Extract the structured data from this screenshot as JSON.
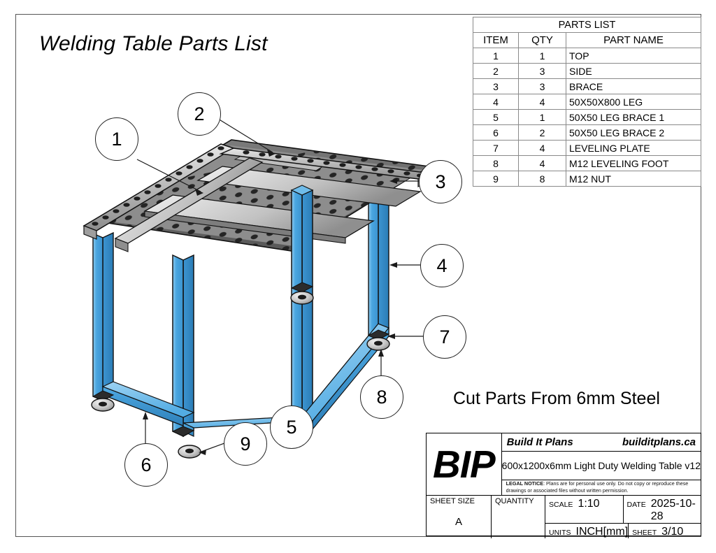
{
  "drawing": {
    "title": "Welding Table Parts List",
    "note": "Cut Parts From 6mm Steel"
  },
  "parts_list": {
    "title": "PARTS LIST",
    "columns": [
      "ITEM",
      "QTY",
      "PART NAME"
    ],
    "rows": [
      {
        "item": "1",
        "qty": "1",
        "name": "TOP"
      },
      {
        "item": "2",
        "qty": "3",
        "name": "SIDE"
      },
      {
        "item": "3",
        "qty": "3",
        "name": "BRACE"
      },
      {
        "item": "4",
        "qty": "4",
        "name": "50X50X800 LEG"
      },
      {
        "item": "5",
        "qty": "1",
        "name": "50X50 LEG BRACE 1"
      },
      {
        "item": "6",
        "qty": "2",
        "name": "50X50 LEG BRACE 2"
      },
      {
        "item": "7",
        "qty": "4",
        "name": "LEVELING PLATE"
      },
      {
        "item": "8",
        "qty": "4",
        "name": "M12 LEVELING FOOT"
      },
      {
        "item": "9",
        "qty": "8",
        "name": "M12 NUT"
      }
    ]
  },
  "balloons": [
    {
      "id": "1",
      "label": "1"
    },
    {
      "id": "2",
      "label": "2"
    },
    {
      "id": "3",
      "label": "3"
    },
    {
      "id": "4",
      "label": "4"
    },
    {
      "id": "5",
      "label": "5"
    },
    {
      "id": "6",
      "label": "6"
    },
    {
      "id": "7",
      "label": "7"
    },
    {
      "id": "8",
      "label": "8"
    },
    {
      "id": "9",
      "label": "9"
    }
  ],
  "title_block": {
    "logo": "BIP",
    "company": "Build It Plans",
    "website": "builditplans.ca",
    "description": "600x1200x6mm Light Duty Welding Table v12",
    "legal_label": "LEGAL NOTICE",
    "legal_text": ": Plans are for personal use only. Do not copy or reproduce these drawings or associated files without written permission.",
    "sheet_size_label": "SHEET SIZE",
    "sheet_size_value": "A",
    "quantity_label": "QUANTITY",
    "quantity_value": "",
    "scale_label": "SCALE",
    "scale_value": "1:10",
    "date_label": "DATE",
    "date_value": "2025-10-28",
    "units_label": "UNITS",
    "units_value": "INCH[mm]",
    "sheet_label": "SHEET",
    "sheet_value": "3/10"
  },
  "colors": {
    "leg_blue": "#4aa6e0",
    "leg_blue_dark": "#2d7fb8",
    "leg_blue_light": "#7cc4ee",
    "steel_gray": "#9a9a9a",
    "steel_gray_dark": "#6e6e6e",
    "steel_gray_light": "#d2d2d2",
    "outline": "#111111"
  }
}
